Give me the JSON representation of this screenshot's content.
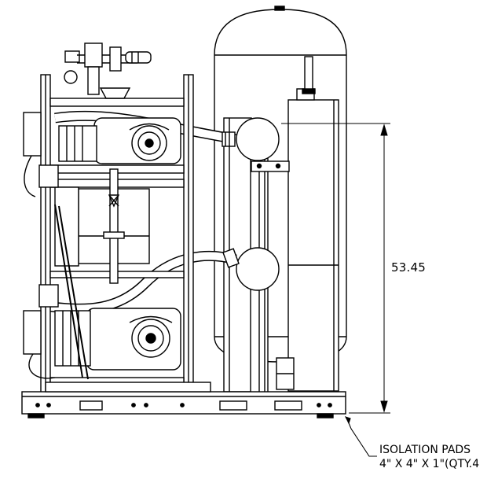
{
  "dimension": {
    "value": "53.45"
  },
  "callout": {
    "line1": "ISOLATION PADS",
    "line2": "4\" X 4\" X 1\"(QTY.4"
  }
}
